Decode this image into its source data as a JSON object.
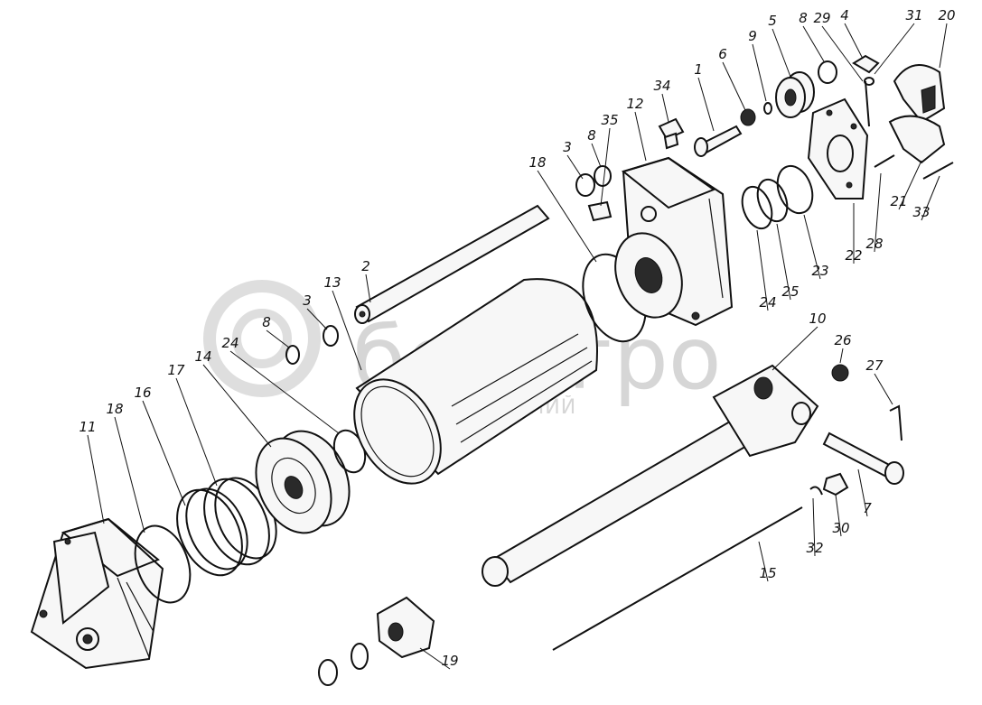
{
  "diagram": {
    "callouts": [
      "1",
      "2",
      "3",
      "3",
      "4",
      "5",
      "6",
      "7",
      "8",
      "8",
      "8",
      "9",
      "10",
      "11",
      "12",
      "13",
      "14",
      "15",
      "16",
      "17",
      "18",
      "18",
      "19",
      "20",
      "21",
      "22",
      "23",
      "24",
      "24",
      "25",
      "26",
      "27",
      "28",
      "29",
      "30",
      "31",
      "32",
      "33",
      "34",
      "35"
    ]
  },
  "watermark": {
    "brand": "белагро",
    "tagline": "ГРУППА КОМПАНИЙ"
  }
}
